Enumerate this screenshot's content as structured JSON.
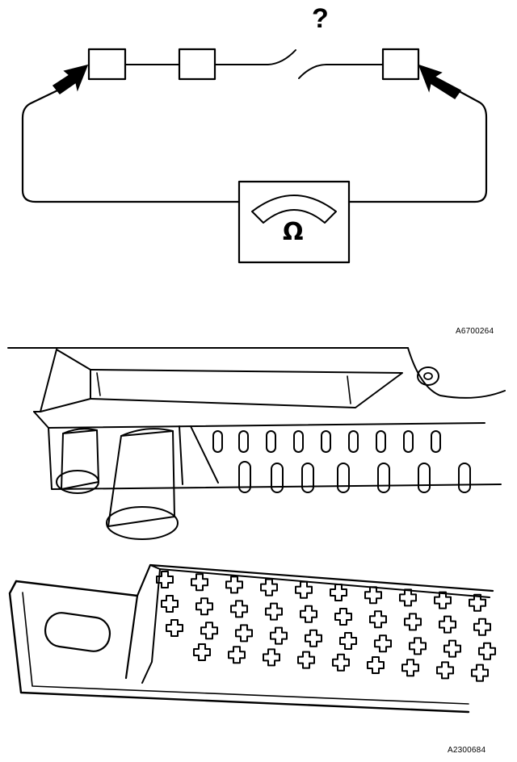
{
  "figure1": {
    "unknown_mark": "?",
    "meter_symbol": "Ω",
    "meter_icon": "ohmmeter-icon",
    "probe_icon": "probe-arrow-icon",
    "figure_code": "A6700264"
  },
  "figure2": {
    "figure_code": "A2300684"
  },
  "colors": {
    "ink": "#000000",
    "background": "#ffffff"
  }
}
